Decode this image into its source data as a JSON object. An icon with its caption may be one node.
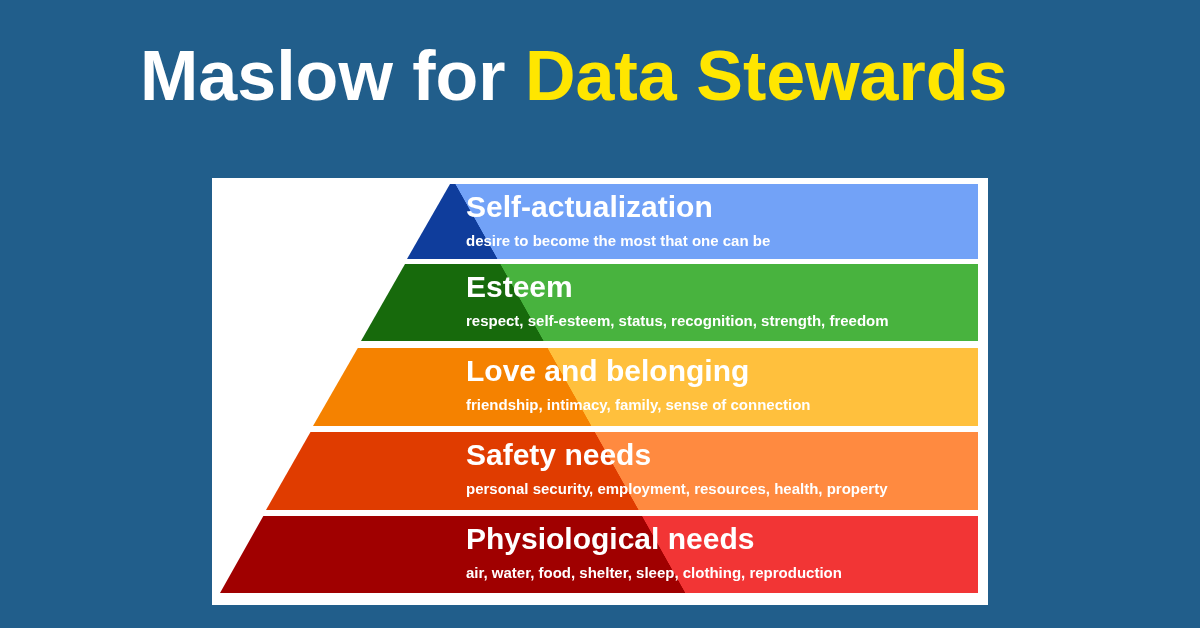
{
  "diagram": {
    "title": "Maslow for Data Stewards",
    "nodes": [
      {
        "text": [
          "Self-actualization",
          "desire to become the most that one can be"
        ]
      },
      {
        "text": [
          "Esteem",
          "respect, self-esteem, status, recognition, strength, freedom"
        ]
      },
      {
        "text": [
          "Love and belonging",
          "friendship, intimacy, family, sense of connection"
        ]
      },
      {
        "text": [
          "Safety needs",
          "personal security, employment, resources, health, property"
        ]
      },
      {
        "text": [
          "Physiological needs",
          "air, water, food, shelter, sleep, clothing, reproduction"
        ]
      }
    ]
  }
}
